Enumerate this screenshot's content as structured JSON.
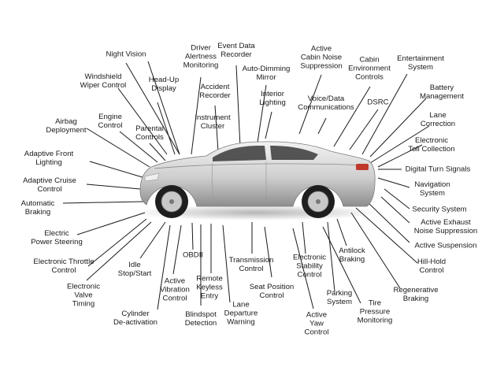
{
  "labels": {
    "night_vision": "Night Vision",
    "driver_alertness": "Driver\nAlertness\nMonitoring",
    "event_data_recorder": "Event Data\nRecorder",
    "active_cabin_noise": "Active\nCabin Noise\nSuppression",
    "cabin_environment": "Cabin\nEnvironment\nControls",
    "entertainment": "Entertainment\nSystem",
    "windshield_wiper": "Windshield\nWiper Control",
    "head_up_display": "Head-Up\nDisplay",
    "accident_recorder": "Accident\nRecorder",
    "auto_dimming_mirror": "Auto-Dimming\nMirror",
    "interior_lighting": "Interior\nLighting",
    "voice_data": "Voice/Data\nCommunications",
    "dsrc": "DSRC",
    "battery_management": "Battery\nManagement",
    "airbag": "Airbag\nDeployment",
    "engine_control": "Engine\nControl",
    "parental_controls": "Parental\nControls",
    "instrument_cluster": "Instrument\nCluster",
    "lane_correction": "Lane\nCorrection",
    "electronic_toll": "Electronic\nToll Collection",
    "adaptive_front_lighting": "Adaptive Front\nLighting",
    "digital_turn_signals": "Digital Turn Signals",
    "adaptive_cruise": "Adaptive Cruise\nControl",
    "navigation": "Navigation\nSystem",
    "automatic_braking": "Automatic\nBraking",
    "security_system": "Security System",
    "active_exhaust": "Active Exhaust\nNoise Suppression",
    "electric_power_steering": "Electric\nPower Steering",
    "active_suspension": "Active Suspension",
    "electronic_throttle": "Electronic Throttle\nControl",
    "idle_stop_start": "Idle\nStop/Start",
    "obdii": "OBDII",
    "transmission_control": "Transmission\nControl",
    "electronic_stability": "Electronic\nStability\nControl",
    "antilock_braking": "Antilock\nBraking",
    "hill_hold": "Hill-Hold\nControl",
    "electronic_valve_timing": "Electronic\nValve\nTiming",
    "active_vibration": "Active\nVibration\nControl",
    "remote_keyless": "Remote\nKeyless\nEntry",
    "seat_position": "Seat Position\nControl",
    "parking_system": "Parking\nSystem",
    "regenerative_braking": "Regenerative\nBraking",
    "cylinder_deactivation": "Cylinder\nDe-activation",
    "blindspot_detection": "Blindspot\nDetection",
    "lane_departure": "Lane\nDeparture\nWarning",
    "active_yaw": "Active\nYaw\nControl",
    "tire_pressure": "Tire\nPressure\nMonitoring"
  },
  "colors": {
    "line": "#1a1a1a",
    "car_body": "#d6d6d6",
    "car_shadow": "#9a9a9a",
    "window": "#3a3a3a",
    "tire": "#1e1e1e",
    "rim": "#c8c8c8",
    "taillight": "#c0392b"
  }
}
